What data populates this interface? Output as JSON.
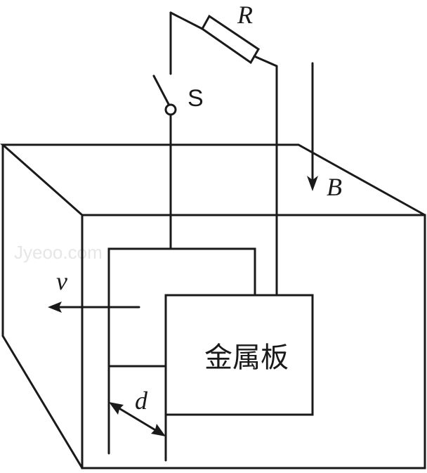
{
  "labels": {
    "resistor": "R",
    "switch": "S",
    "magnetic_field": "B",
    "velocity": "v",
    "separation": "d",
    "metal_plate": "金属板"
  },
  "watermark": "Jyeoo.com",
  "colors": {
    "ink": "#1a1a1a",
    "background": "#ffffff"
  }
}
